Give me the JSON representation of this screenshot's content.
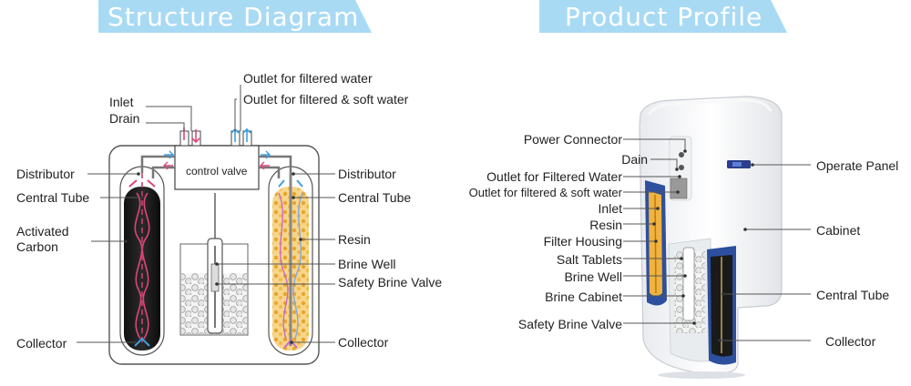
{
  "structure": {
    "title": "Structure Diagram",
    "control_valve": "control valve",
    "labels": {
      "outlet_filtered": "Outlet for filtered water",
      "outlet_filtered_soft": "Outlet for filtered & soft water",
      "inlet": "Inlet",
      "drain": "Drain",
      "distributor_left": "Distributor",
      "central_tube_left": "Central Tube",
      "activated_carbon_line1": "Activated",
      "activated_carbon_line2": "Carbon",
      "collector_left": "Collector",
      "distributor_right": "Distributor",
      "central_tube_right": "Central Tube",
      "resin": "Resin",
      "brine_well": "Brine Well",
      "safety_brine_valve": "Safety Brine Valve",
      "collector_right": "Collector"
    }
  },
  "profile": {
    "title": "Product Profile",
    "labels": {
      "power_connector": "Power Connector",
      "dain": "Dain",
      "outlet_filtered_water": "Outlet for Filtered Water",
      "outlet_filtered_soft": "Outlet for filtered & soft water",
      "inlet": "Inlet",
      "resin": "Resin",
      "filter_housing": "Filter Housing",
      "salt_tablets": "Salt Tablets",
      "brine_well": "Brine Well",
      "brine_cabinet": "Brine Cabinet",
      "safety_brine_valve": "Safety Brine Valve",
      "operate_panel": "Operate Panel",
      "cabinet": "Cabinet",
      "central_tube": "Central Tube",
      "collector": "Collector"
    }
  },
  "colors": {
    "banner": "#a9daf4",
    "flow_blue": "#3b9fe0",
    "flow_red": "#e0457a",
    "resin": "#f0b340",
    "housing_blue": "#2d4f9e"
  }
}
